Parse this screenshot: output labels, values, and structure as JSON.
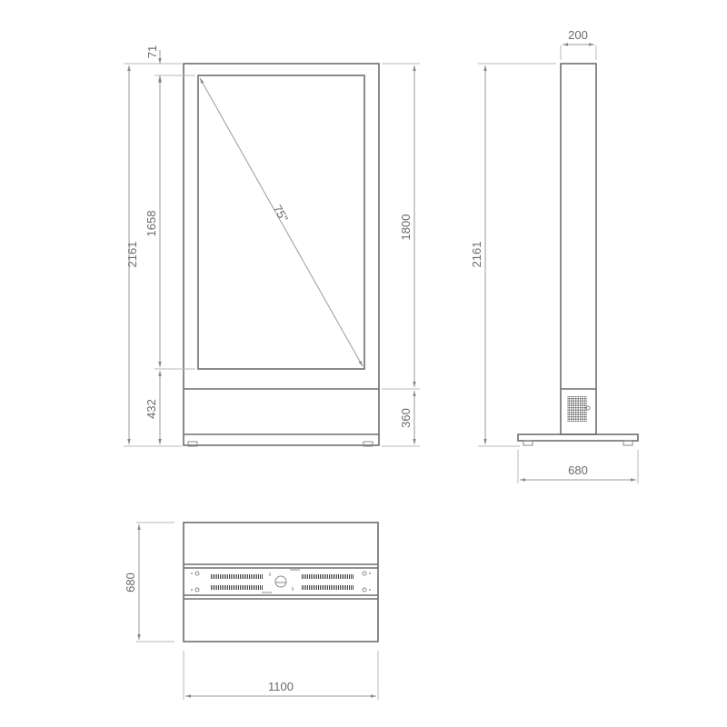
{
  "drawing": {
    "front_view": {
      "dimensions": {
        "total_height": "2161",
        "top_bezel": "71",
        "screen_height": "1658",
        "bottom_section": "432",
        "right_screen_frame_height": "1800",
        "base_height": "360",
        "diagonal": "75\""
      }
    },
    "side_view": {
      "dimensions": {
        "depth": "200",
        "total_height": "2161",
        "base_depth": "680"
      }
    },
    "top_view": {
      "dimensions": {
        "depth": "680",
        "width": "1100"
      }
    }
  },
  "colors": {
    "line": "#6e6e6e",
    "dimension": "#9a9a9a",
    "text": "#6a6a6a",
    "background": "#ffffff"
  }
}
